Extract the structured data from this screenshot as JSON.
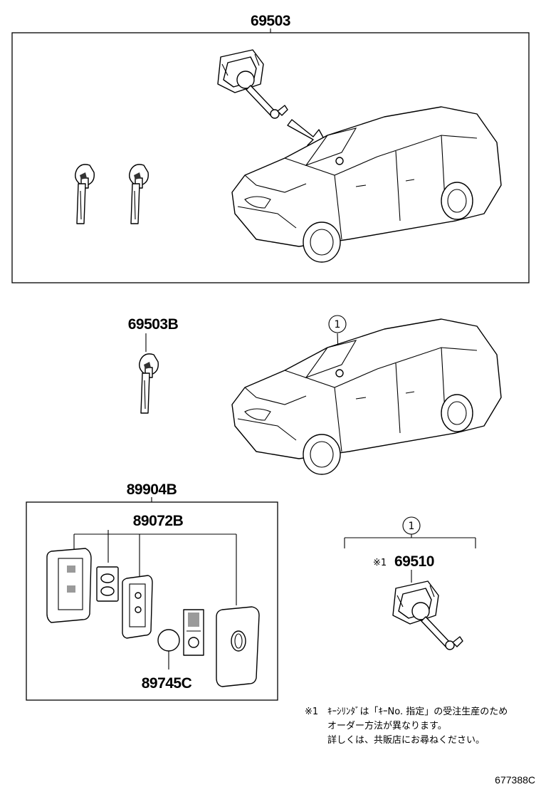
{
  "parts": {
    "p69503": "69503",
    "p69503B": "69503B",
    "p89904B": "89904B",
    "p89072B": "89072B",
    "p89745C": "89745C",
    "p69510": "69510"
  },
  "callouts": {
    "ref_number": "1",
    "note_mark": "※1"
  },
  "note": {
    "mark": "※1",
    "line1": "ｷｰｼﾘﾝﾀﾞは「ｷｰNo. 指定」の受注生産のため",
    "line2": "オーダー方法が異なります。",
    "line3": "詳しくは、共販店にお尋ねください。"
  },
  "illustration_id": "677388C",
  "colors": {
    "line": "#000000",
    "background": "#ffffff",
    "fill_gray": "#9a9a9a"
  }
}
